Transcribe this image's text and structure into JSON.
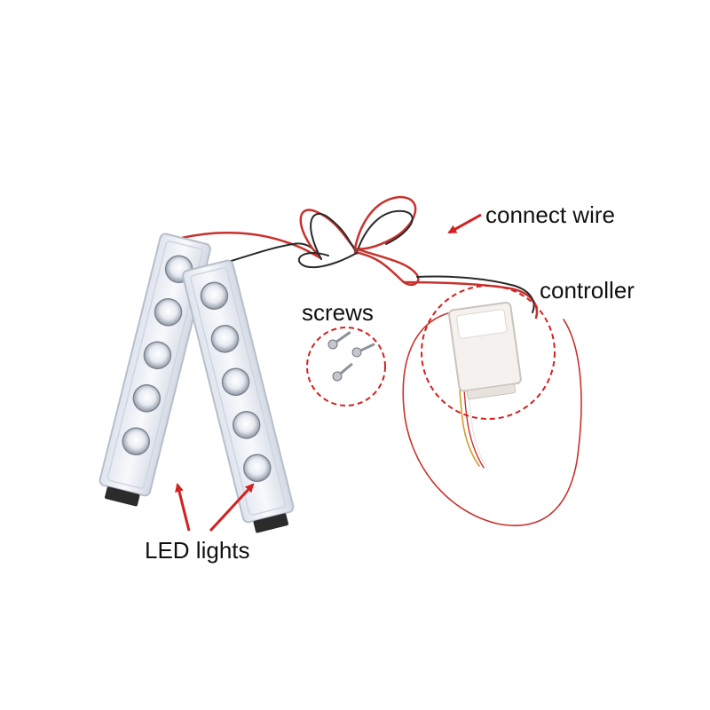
{
  "labels": {
    "connect_wire": "connect wire",
    "controller": "controller",
    "screws": "screws",
    "led_lights": "LED lights"
  },
  "colors": {
    "background": "#ffffff",
    "annotation_red": "#d42020",
    "wire_red": "#c8322d",
    "wire_black": "#2a2a2a",
    "lens_clear": "#eef1f6",
    "controller_white": "#f4f1ee"
  }
}
